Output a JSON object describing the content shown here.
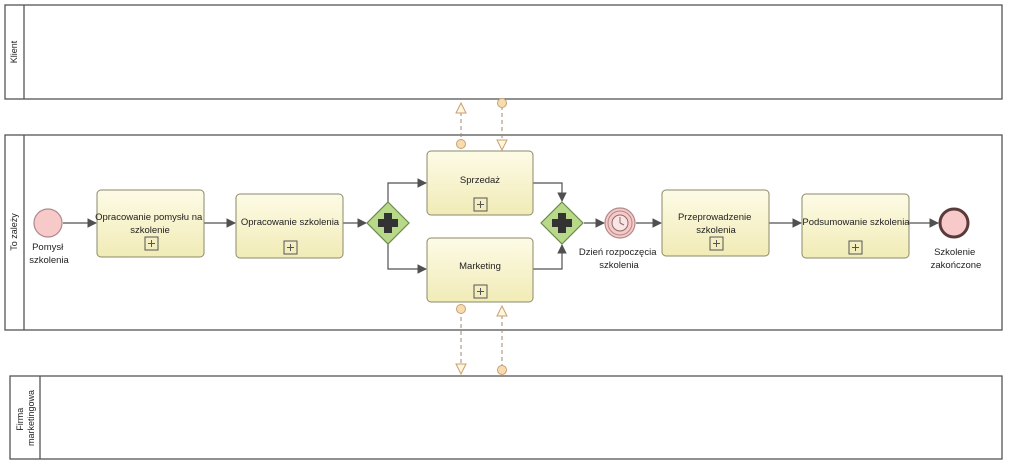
{
  "lanes": [
    {
      "label": "Klient"
    },
    {
      "label": "To zależy"
    },
    {
      "label": [
        "Firma",
        "marketingowa"
      ]
    }
  ],
  "events": {
    "start": {
      "label": [
        "Pomysł",
        "szkolenia"
      ]
    },
    "timer": {
      "label": [
        "Dzień rozpoczęcia",
        "szkolenia"
      ]
    },
    "end": {
      "label": [
        "Szkolenie",
        "zakończone"
      ]
    }
  },
  "tasks": [
    {
      "label": [
        "Opracowanie pomysłu na",
        "szkolenie"
      ]
    },
    {
      "label": [
        "Opracowanie szkolenia"
      ]
    },
    {
      "label": [
        "Sprzedaż"
      ]
    },
    {
      "label": [
        "Marketing"
      ]
    },
    {
      "label": [
        "Przeprowadzenie",
        "szkolenia"
      ]
    },
    {
      "label": [
        "Podsumowanie szkolenia"
      ]
    }
  ],
  "colors": {
    "task_fill_top": "#fdfbe6",
    "task_fill_bottom": "#f2ecb8",
    "task_stroke": "#8a8a6a",
    "gateway_fill": "#b8d88a",
    "start_fill": "#f7c9c9",
    "end_fill": "#f7c9c9",
    "flow": "#505050",
    "message": "#c8a070"
  }
}
